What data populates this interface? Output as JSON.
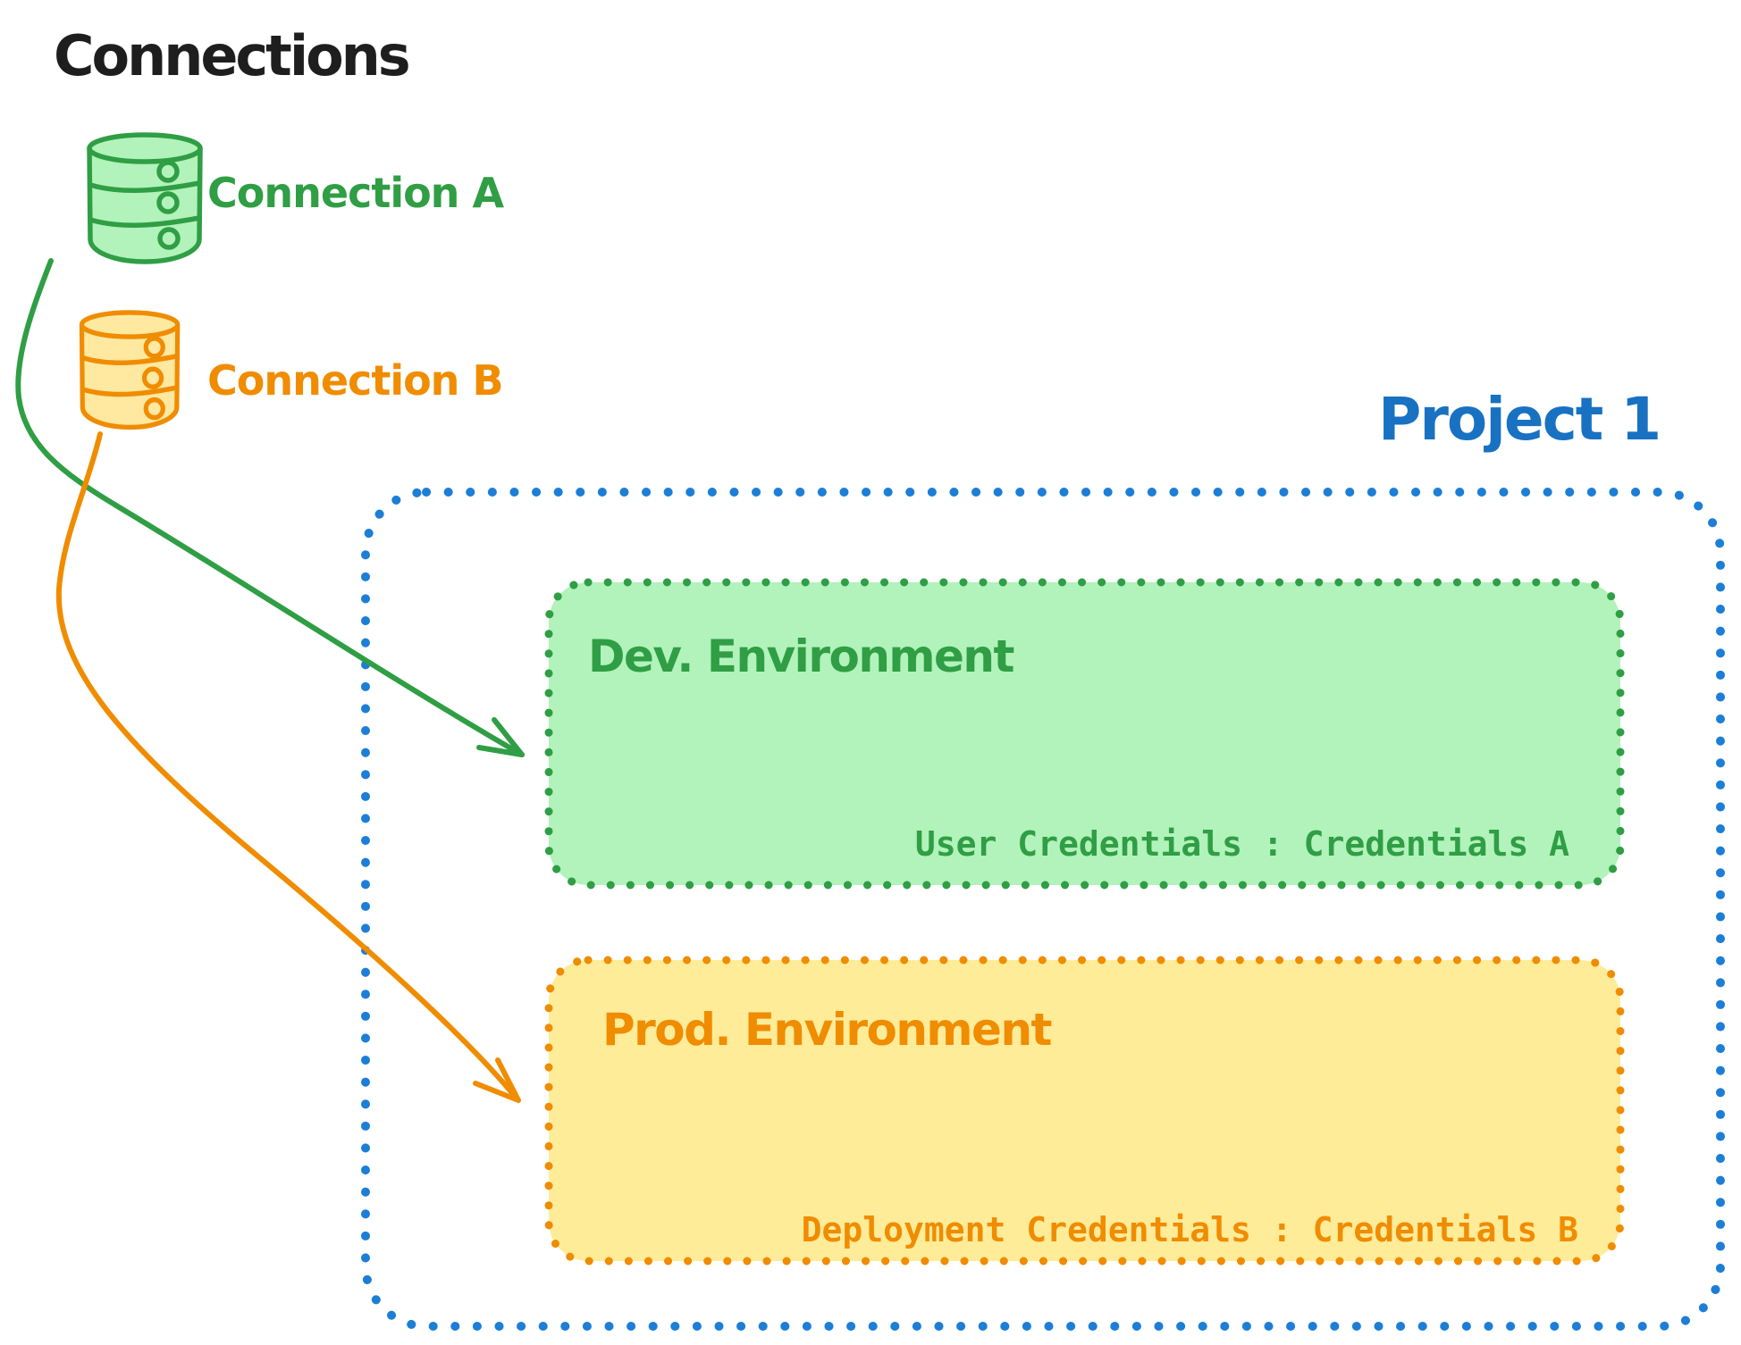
{
  "canvas": {
    "background": "#ffffff"
  },
  "heading": {
    "text": "Connections",
    "color": "#1e1e1e"
  },
  "connections": [
    {
      "label": "Connection A",
      "icon": "database-cylinder-icon",
      "stroke": "#2f9e44",
      "fill": "#b2f2bb"
    },
    {
      "label": "Connection B",
      "icon": "database-cylinder-icon",
      "stroke": "#f08c00",
      "fill": "#ffe8a0"
    }
  ],
  "project": {
    "title": "Project 1",
    "title_color": "#1971c2",
    "border_color": "#1c7ed6",
    "environments": [
      {
        "title": "Dev. Environment",
        "credentials_label": "User Credentials : Credentials A",
        "stroke": "#2f9e44",
        "fill": "#b2f2bb"
      },
      {
        "title": "Prod. Environment",
        "credentials_label": "Deployment Credentials : Credentials B",
        "stroke": "#f08c00",
        "fill": "#ffec99"
      }
    ]
  },
  "arrows": [
    {
      "from": "Connection A",
      "to": "Dev. Environment",
      "color": "#2f9e44"
    },
    {
      "from": "Connection B",
      "to": "Prod. Environment",
      "color": "#f08c00"
    }
  ]
}
